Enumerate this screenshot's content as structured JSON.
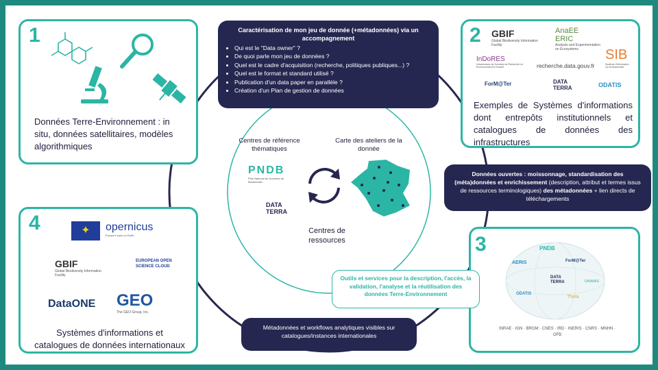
{
  "panel1": {
    "number": "1",
    "text": "Données Terre-Environnement : in situ, données satellitaires, modèles algorithmiques"
  },
  "top_box": {
    "title": "Caractérisation de mon jeu de donnée (+métadonnées) via un accompagnement",
    "items": [
      "Qui est le \"Data owner\" ?",
      "De quoi parle mon jeu de données ?",
      "Quel est le cadre d'acquisition (recherche, politiques publiques...) ?",
      "Quel est le format et standard utilisé ?",
      "Publication d'un data paper en parallèle ?",
      "Création d'un Plan de gestion de données"
    ]
  },
  "panel2": {
    "number": "2",
    "text": "Exemples de Systèmes d'informations dont entrepôts institutionnels et catalogues de données des infrastructures",
    "logos": {
      "gbif": "GBIF",
      "gbif_sub": "Global Biodiversity Information Facility",
      "anaee": "AnaEE ERIC",
      "anaee_sub": "Analysis and Experimentation on Ecosystems",
      "indores": "InDoRES",
      "indores_sub": "Infrastructure de Données de Recherche en Environnement et Société",
      "recherche": "recherche.data.gouv.fr",
      "sib": "SIB",
      "sib_sub": "Système d'information sur la biodiversité",
      "formater": "ForM@Ter",
      "dataterra": "DATA TERRA",
      "odatis": "ODATIS"
    }
  },
  "center": {
    "left_label": "Centres de référence thématiques",
    "right_label": "Carte des ateliers de la donnée",
    "bottom_label": "Centres de ressources",
    "pndb": "PNDB",
    "pndb_sub": "Pôle National de Données de Biodiversité",
    "dataterra": "DATA TERRA"
  },
  "right_box": {
    "bold_part": "Données ouvertes : moissonnage, standardisation des (méta)données et enrichissement",
    "normal_part": " (description, attribut et termes issus de ressources terminologiques) ",
    "bold_part2": "des métadonnées",
    "normal_part2": " + lien directs de téléchargements"
  },
  "tools_box": {
    "text": "Outils et services pour la description, l'accès, la validation, l'analyse et la réutilisation des données Terre-Environnement"
  },
  "bottom_box": {
    "text": "Métadonnées et workflows analytiques visibles sur catalogues/instances internationales"
  },
  "panel3": {
    "number": "3",
    "logos": [
      "PNDB",
      "AERIS",
      "ForM@Ter",
      "DATA TERRA",
      "DINAMIS",
      "ODATIS",
      "Theia"
    ],
    "partners": "INRAE · IGN · BRGM · CNES · IRD · INERIS · CNRS · MNHN · OFB"
  },
  "panel4": {
    "number": "4",
    "text": "Systèmes d'informations et catalogues de données internationaux",
    "logos": {
      "copernicus": "opernicus",
      "copernicus_sub": "Europe's eyes on Earth",
      "gbif": "GBIF",
      "gbif_sub": "Global Biodiversity Information Facility",
      "eosc": "EUROPEAN OPEN SCIENCE CLOUD",
      "dataone": "DataONE",
      "geo": "GEO",
      "geo_sub": "The GEO Group, Inc."
    }
  },
  "colors": {
    "teal": "#2bb5a4",
    "navy": "#262750",
    "frame": "#1e8a7f",
    "text": "#1d1d3a"
  }
}
